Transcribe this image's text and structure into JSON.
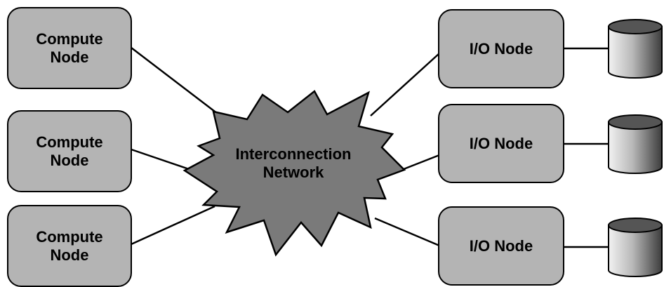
{
  "compute_nodes": [
    {
      "label_line1": "Compute",
      "label_line2": "Node"
    },
    {
      "label_line1": "Compute",
      "label_line2": "Node"
    },
    {
      "label_line1": "Compute",
      "label_line2": "Node"
    }
  ],
  "network": {
    "label_line1": "Interconnection",
    "label_line2": "Network"
  },
  "io_nodes": [
    {
      "label": "I/O Node"
    },
    {
      "label": "I/O Node"
    },
    {
      "label": "I/O Node"
    }
  ],
  "disks": [
    {
      "icon": "disk-icon"
    },
    {
      "icon": "disk-icon"
    },
    {
      "icon": "disk-icon"
    }
  ],
  "colors": {
    "node_fill": "#b4b4b4",
    "network_fill": "#7a7a7a",
    "disk_top": "#555555",
    "stroke": "#000000"
  }
}
